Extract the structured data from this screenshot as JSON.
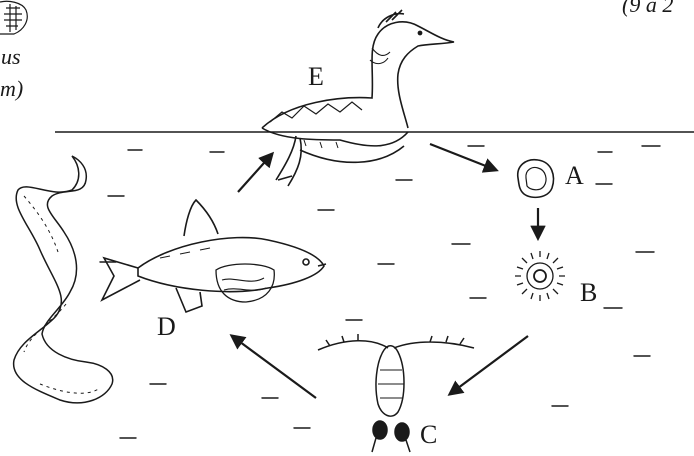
{
  "colors": {
    "ink": "#1a1a1a",
    "background": "#ffffff"
  },
  "corner_text": {
    "top_right": "(9 à 2",
    "left_1": "us",
    "left_2": "m)"
  },
  "stages": [
    {
      "label": "A",
      "icon": "egg-icon"
    },
    {
      "label": "B",
      "icon": "coracidium-larva-icon"
    },
    {
      "label": "C",
      "icon": "copepod-icon"
    },
    {
      "label": "D",
      "icon": "fish-with-worm-icon"
    },
    {
      "label": "E",
      "icon": "grebe-bird-icon"
    }
  ]
}
